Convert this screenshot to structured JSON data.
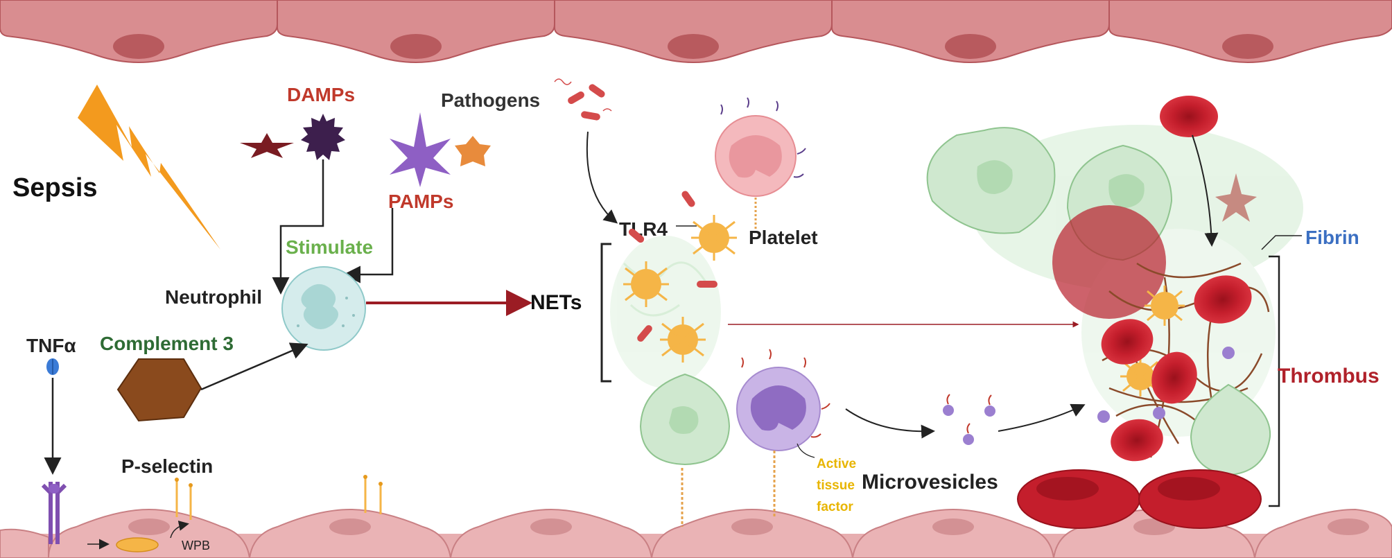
{
  "labels": {
    "sepsis": "Sepsis",
    "damps": "DAMPs",
    "pamps": "PAMPs",
    "pathogens": "Pathogens",
    "stimulate": "Stimulate",
    "neutrophil": "Neutrophil",
    "complement3": "Complement 3",
    "tnfa": "TNFα",
    "pselectin": "P-selectin",
    "wpb": "WPB",
    "tlr4": "TLR4",
    "platelet": "Platelet",
    "nets": "NETs",
    "active_tissue_factor": [
      "Active",
      "tissue",
      "factor"
    ],
    "microvesicles": "Microvesicles",
    "fibrin": "Fibrin",
    "thrombus": "Thrombus"
  },
  "colors": {
    "endothelium": "#d4878a",
    "nucleus": "#b85a5e",
    "bolt": "#f39a1e",
    "damps_text": "#c0392b",
    "pamps_text": "#c0392b",
    "stimulate_text": "#6ab04c",
    "complement_text": "#2e6b34",
    "fibrin_text": "#3b6fc2",
    "thrombus_text": "#b0212a",
    "tissue_factor_text": "#e8b500",
    "rbc": "#c8202e",
    "platelet": "#f5b547",
    "neutrophil": "#d5ecec",
    "nets_arrow": "#9b1c24",
    "net_green": "#bfe3bf",
    "monocyte_purple": "#c9b4e6",
    "pink_cell": "#f4b9bd"
  }
}
